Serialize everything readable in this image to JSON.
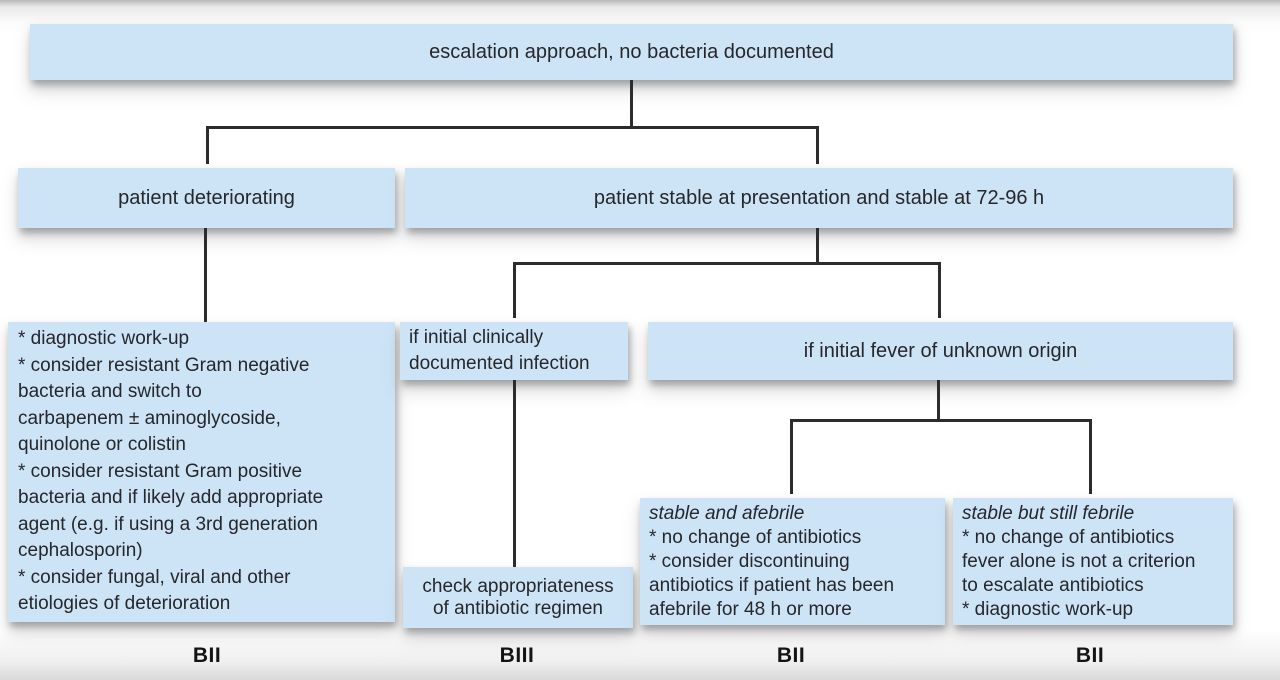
{
  "diagram": {
    "title_hint": "antibiotic escalation flowchart",
    "nodes": {
      "root": "escalation approach, no bacteria documented",
      "deteriorating": "patient deteriorating",
      "stable": "patient stable at presentation and stable at 72-96 h",
      "workup": "* diagnostic work-up\n* consider resistant Gram negative\nbacteria and switch to\ncarbapenem ± aminoglycoside,\nquinolone or colistin\n* consider resistant Gram positive\nbacteria and if likely add appropriate\nagent (e.g. if using a 3rd generation\ncephalosporin)\n* consider fungal, viral and other\netiologies of deterioration",
      "clinical": "if initial clinically\ndocumented infection",
      "fever": "if initial fever of unknown origin",
      "check": "check appropriateness\nof antibiotic regimen",
      "afebrile": {
        "heading": "stable and afebrile",
        "body": "* no change of antibiotics\n* consider discontinuing\nantibiotics if patient has been\nafebrile for 48 h or more"
      },
      "febrile": {
        "heading": "stable but still febrile",
        "body": "* no change of antibiotics\nfever alone is not a criterion\nto escalate antibiotics\n* diagnostic work-up"
      }
    },
    "grades": [
      "BII",
      "BIII",
      "BII",
      "BII"
    ],
    "colors": {
      "box_fill": "#cde4f7",
      "text": "#26262b",
      "line": "#2c2c2c"
    }
  }
}
